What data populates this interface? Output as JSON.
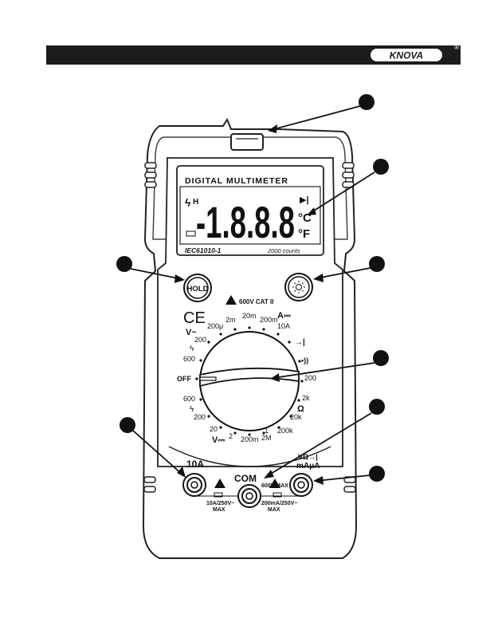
{
  "header": {
    "brand": "KNOVA",
    "registered": "®"
  },
  "lcd": {
    "title": "DIGITAL MULTIMETER",
    "digits": "-1.8.8.8",
    "unit_c": "°C",
    "unit_f": "°F",
    "hold_indicator": "H",
    "standard": "IEC61010-1",
    "counts": "2000 counts"
  },
  "buttons": {
    "hold_label": "HOLD"
  },
  "safety": {
    "category": "600V CAT II"
  },
  "ce_mark": "CE",
  "dial": {
    "ac_volt": "V~",
    "dc_volt": "V⎓",
    "dc_amp": "A⎓",
    "ohm": "Ω",
    "off": "OFF",
    "ranges": {
      "r_200u": "200μ",
      "r_2m": "2m",
      "r_20m": "20m",
      "r_200m_a": "200m",
      "r_10A": "10A",
      "r_200_acv": "200",
      "r_600_acv": "600",
      "r_600_dcv": "600",
      "r_200_dcv": "200",
      "r_20_dcv": "20",
      "r_2_dcv": "2",
      "r_200m_dcv": "200m",
      "r_1": "1",
      "r_2M": "2M",
      "r_200k": "200k",
      "r_20k": "20k",
      "r_2k": "2k",
      "r_200_ohm": "200"
    }
  },
  "jacks": {
    "left_label": "10A",
    "center_label": "COM",
    "right_label_1": "VΩ→|",
    "right_label_2": "mAμA",
    "left_rating_1": "10A/250V~",
    "left_rating_2": "MAX",
    "center_rating": "600V MAX",
    "right_rating_1": "200mA/250V~",
    "right_rating_2": "MAX"
  }
}
